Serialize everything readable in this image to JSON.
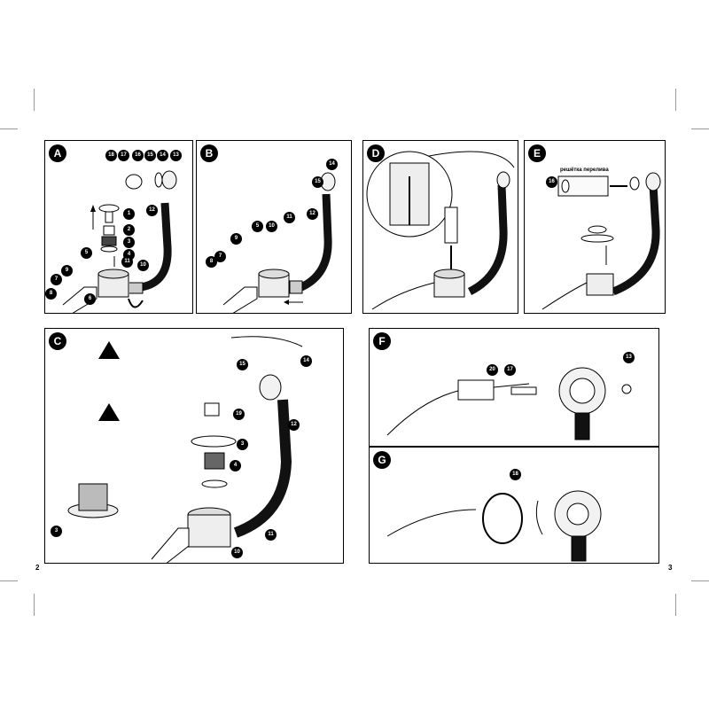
{
  "pages": {
    "left": "2",
    "right": "3"
  },
  "panels": {
    "A": {
      "label": "A",
      "callouts": [
        "18",
        "17",
        "16",
        "15",
        "14",
        "13",
        "1",
        "2",
        "3",
        "4",
        "5",
        "9",
        "7",
        "8",
        "6",
        "11",
        "10",
        "12"
      ]
    },
    "B": {
      "label": "B",
      "callouts": [
        "14",
        "15",
        "12",
        "11",
        "10",
        "5",
        "9",
        "7",
        "8"
      ]
    },
    "C": {
      "label": "C",
      "callouts": [
        "15",
        "14",
        "19",
        "12",
        "3",
        "4",
        "3",
        "11",
        "10"
      ]
    },
    "D": {
      "label": "D",
      "callouts": []
    },
    "E": {
      "label": "E",
      "callouts": [
        "16"
      ],
      "overflow_label": "решётка перелива"
    },
    "F": {
      "label": "F",
      "callouts": [
        "20",
        "17",
        "13"
      ]
    },
    "G": {
      "label": "G",
      "callouts": [
        "18"
      ]
    }
  },
  "colors": {
    "line": "#000000",
    "hose": "#111111",
    "callout_bg": "#000000",
    "callout_text": "#ffffff",
    "fill": "#f2f2f2"
  },
  "icons": [
    "warning-icon",
    "question-icon"
  ]
}
